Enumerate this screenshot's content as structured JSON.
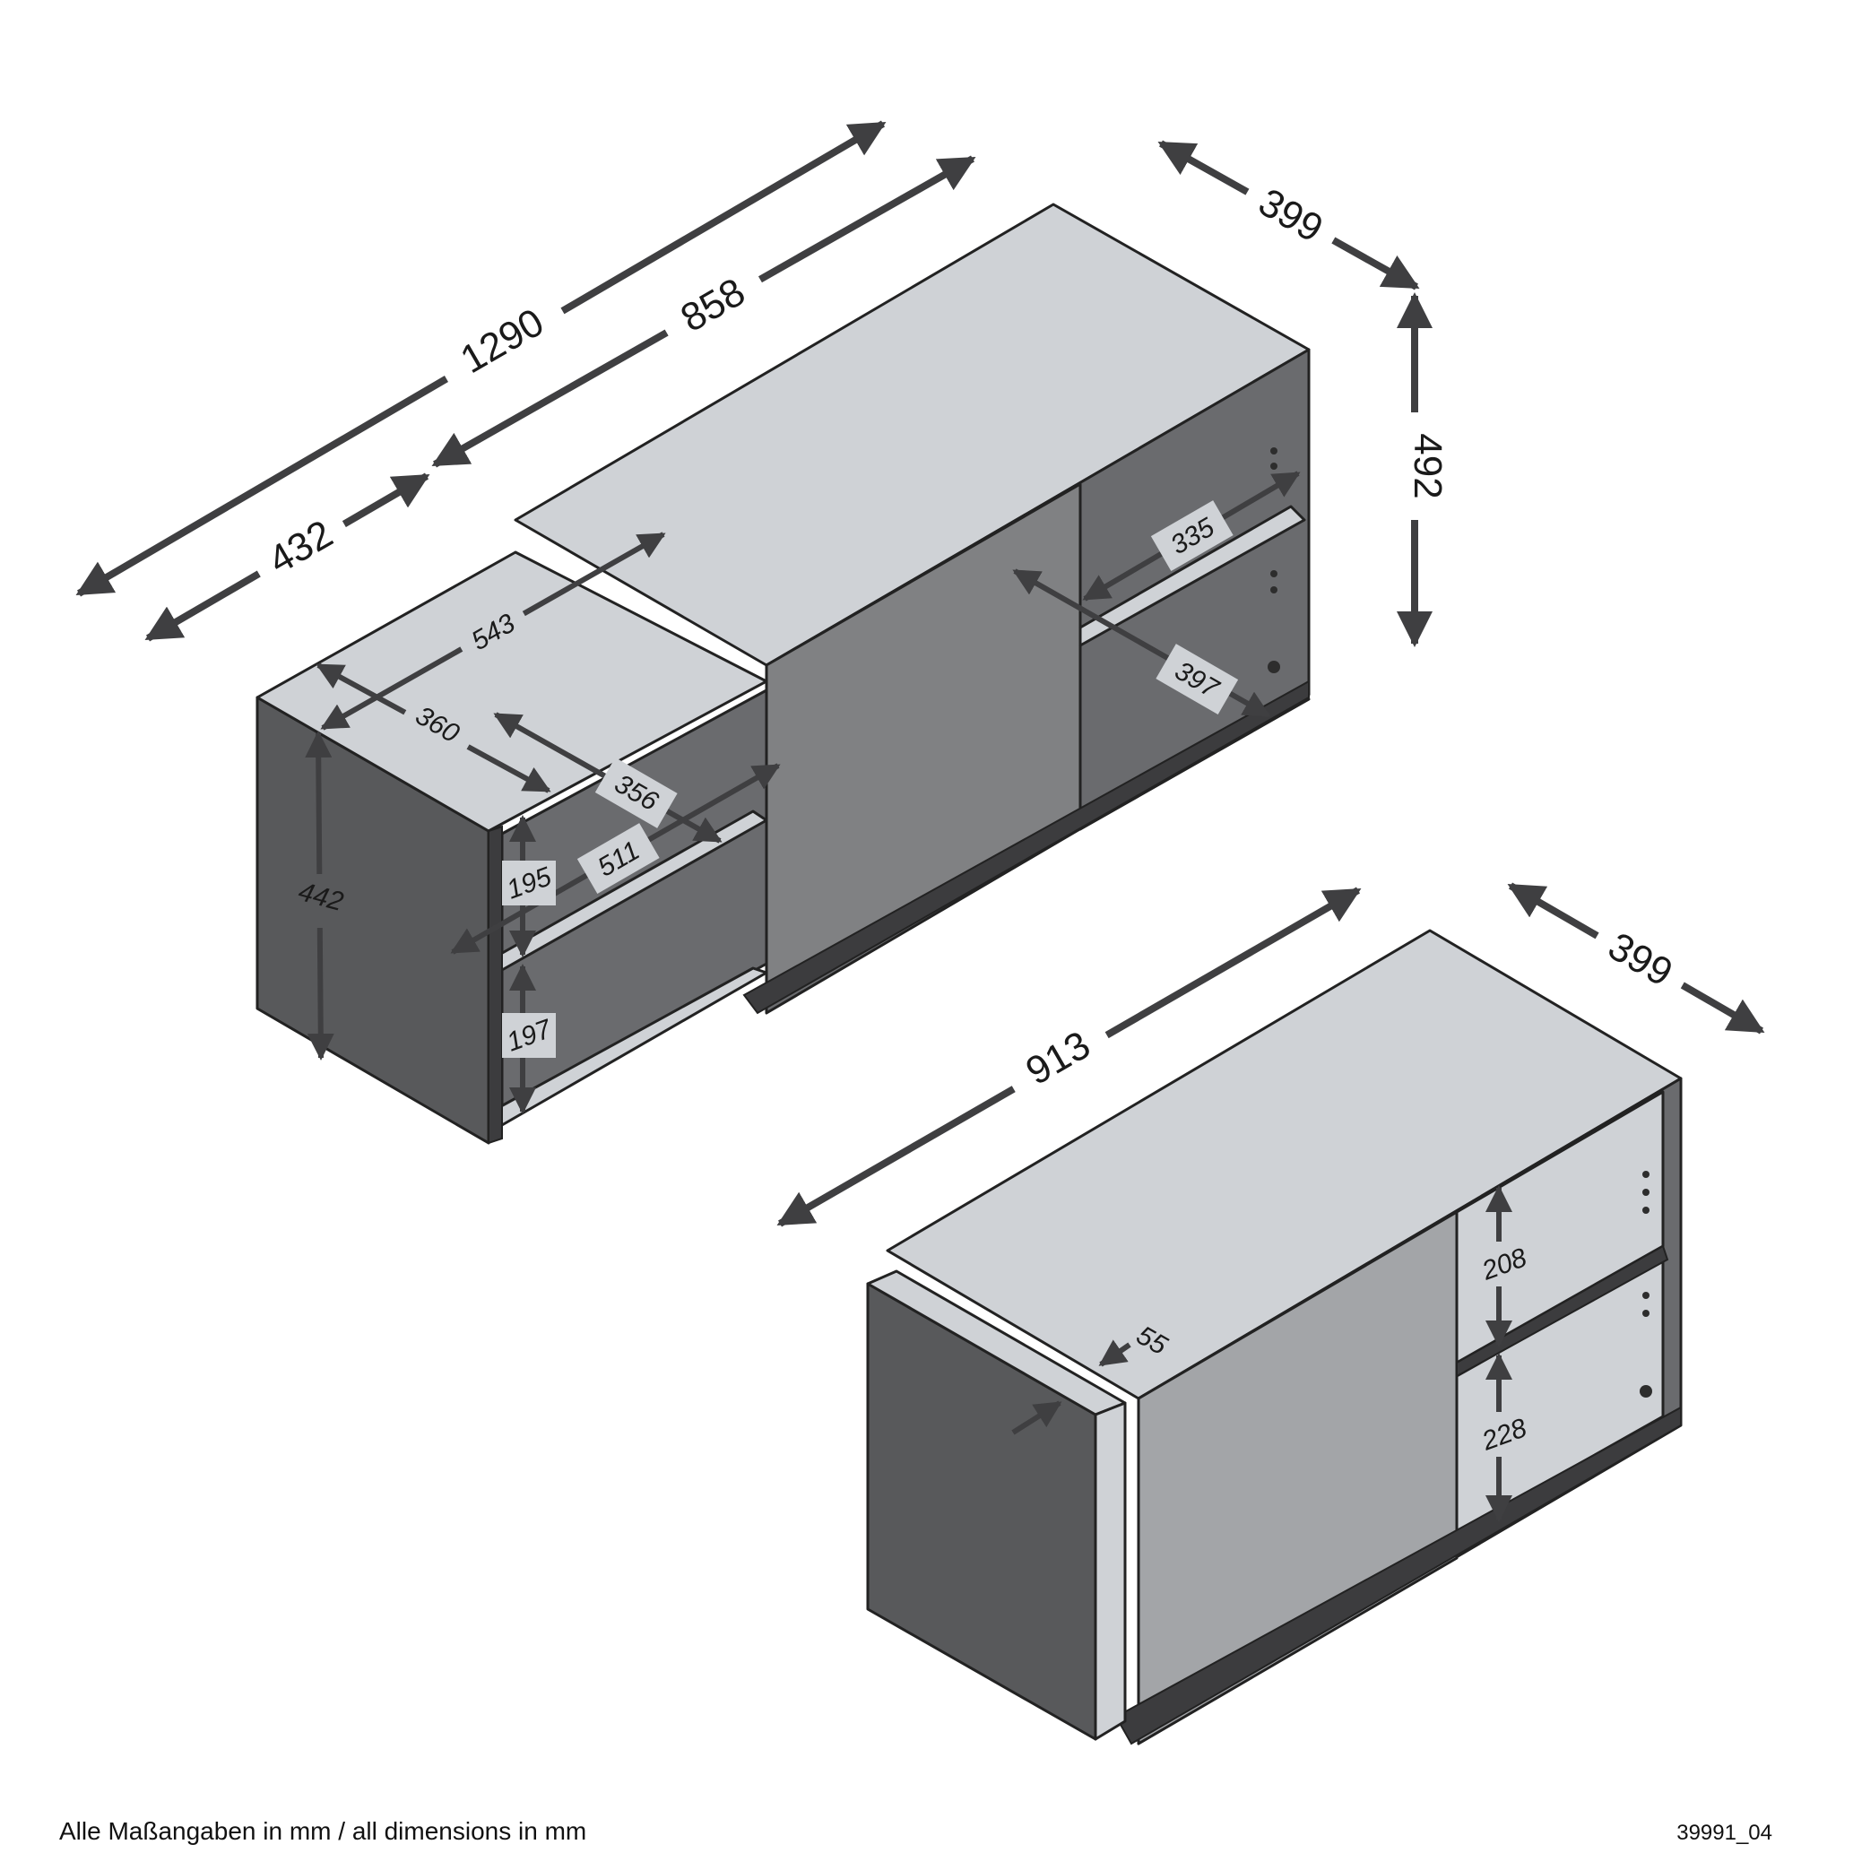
{
  "dimensions": {
    "total_width": "1290",
    "main_width": "858",
    "extension_width": "432",
    "depth_top": "399",
    "height": "492",
    "inner_543": "543",
    "inner_360": "360",
    "inner_356": "356",
    "inner_511": "511",
    "inner_335": "335",
    "inner_397": "397",
    "side_height": "442",
    "shelf_195": "195",
    "shelf_197": "197",
    "closed_width": "913",
    "depth_bottom": "399",
    "offset_55": "55",
    "shelf_208": "208",
    "shelf_228": "228"
  },
  "footer": {
    "note": "Alle Maßangaben in mm / all dimensions in mm",
    "article_code": "39991_04"
  },
  "colors": {
    "top_surface": "#cfd2d6",
    "dark_side": "#58595b",
    "front_panel": "#a3a5a8",
    "dimension": "#3f3f41"
  }
}
